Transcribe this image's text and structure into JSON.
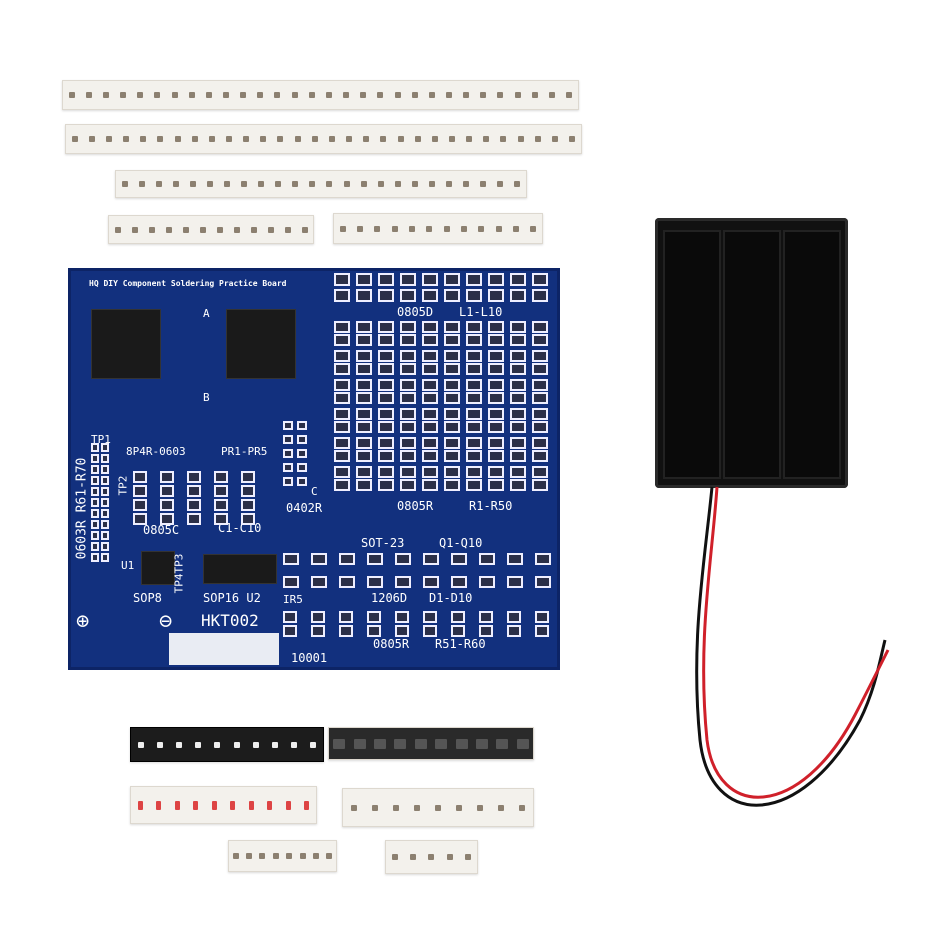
{
  "board": {
    "title": "HQ DIY Component Soldering Practice Board",
    "labels": {
      "a": "A",
      "b": "B",
      "c": "C",
      "tp1": "TP1",
      "tp2": "TP2",
      "tp3": "TP4TP3",
      "r61": "0603R R61-R70",
      "bp4r": "8P4R-0603",
      "pr": "PR1-PR5",
      "c0805": "0805C",
      "c1c10": "C1-C10",
      "u1": "U1",
      "sop8": "SOP8",
      "sop16": "SOP16 U2",
      "hkt": "HKT002",
      "led": "0805D",
      "l1": "L1-L10",
      "r0402": "0402R",
      "r0805": "0805R",
      "r1r50": "R1-R50",
      "sot": "SOT-23",
      "q": "Q1-Q10",
      "ir5": "IR5",
      "d1206": "1206D",
      "d1d10": "D1-D10",
      "r0805b": "0805R",
      "r51": "R51-R60",
      "code": "10001",
      "plus": "⊕",
      "minus": "⊖"
    }
  },
  "colors": {
    "board": "#12307e",
    "wire_red": "#d0202a",
    "wire_black": "#111111"
  }
}
